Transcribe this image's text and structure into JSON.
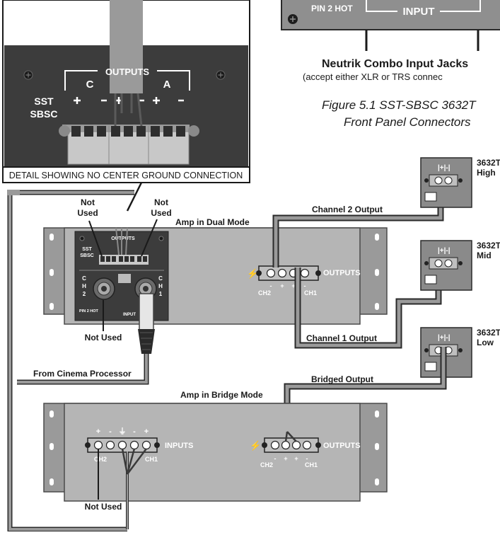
{
  "top_panel": {
    "pin2hot": "PIN 2 HOT",
    "input": "INPUT",
    "jacks_title": "Neutrik Combo Input Jacks",
    "jacks_sub": "(accept either XLR or TRS connec",
    "figure_line1": "Figure 5.1 SST-SBSC 3632T",
    "figure_line2": "Front Panel Connectors"
  },
  "detail": {
    "caption": "DETAIL SHOWING NO CENTER GROUND CONNECTION",
    "outputs": "OUTPUTS",
    "label_c": "C",
    "label_a": "A",
    "model_line1": "SST",
    "model_line2": "SBSC"
  },
  "labels": {
    "not_used_left": [
      "Not",
      "Used"
    ],
    "not_used_right": [
      "Not",
      "Used"
    ],
    "amp_dual": "Amp in Dual Mode",
    "amp_bridge": "Amp in Bridge Mode",
    "channel2_output": "Channel 2 Output",
    "channel1_output": "Channel 1 Output",
    "bridged_output": "Bridged Output",
    "not_used_input": "Not Used",
    "not_used_bottom": "Not Used",
    "from_processor": "From Cinema Processor"
  },
  "amp_dual": {
    "outputs": "OUTPUTS",
    "ch2": "CH2",
    "ch1": "CH1",
    "ch2_vertical": [
      "C",
      "H",
      "2"
    ],
    "ch1_vertical": [
      "C",
      "H",
      "1"
    ],
    "pin2hot": "PIN 2 HOT",
    "input": "INPUT",
    "mini_outputs": "OUTPUTS",
    "mini_sst": "SST",
    "mini_sbsc": "SBSC",
    "polarity": [
      "-",
      "+",
      "+",
      "-"
    ]
  },
  "amp_bridge": {
    "inputs": "INPUTS",
    "outputs": "OUTPUTS",
    "ch2": "CH2",
    "ch1": "CH1",
    "input_polarity": [
      "+",
      "-",
      "⏚",
      "-",
      "+"
    ],
    "output_polarity": [
      "-",
      "+",
      "+",
      "-"
    ]
  },
  "speakers": [
    {
      "model": "3632T",
      "band": "High",
      "terminal": "|+|-|"
    },
    {
      "model": "3632T",
      "band": "Mid",
      "terminal": "|+|-|"
    },
    {
      "model": "3632T",
      "band": "Low",
      "terminal": "|+|-|"
    }
  ],
  "colors": {
    "panel_dark": "#3d3d3d",
    "rack_gray": "#8a8a8a",
    "cable_gray": "#8c8c8c",
    "line_dark": "#2a2a2a"
  }
}
